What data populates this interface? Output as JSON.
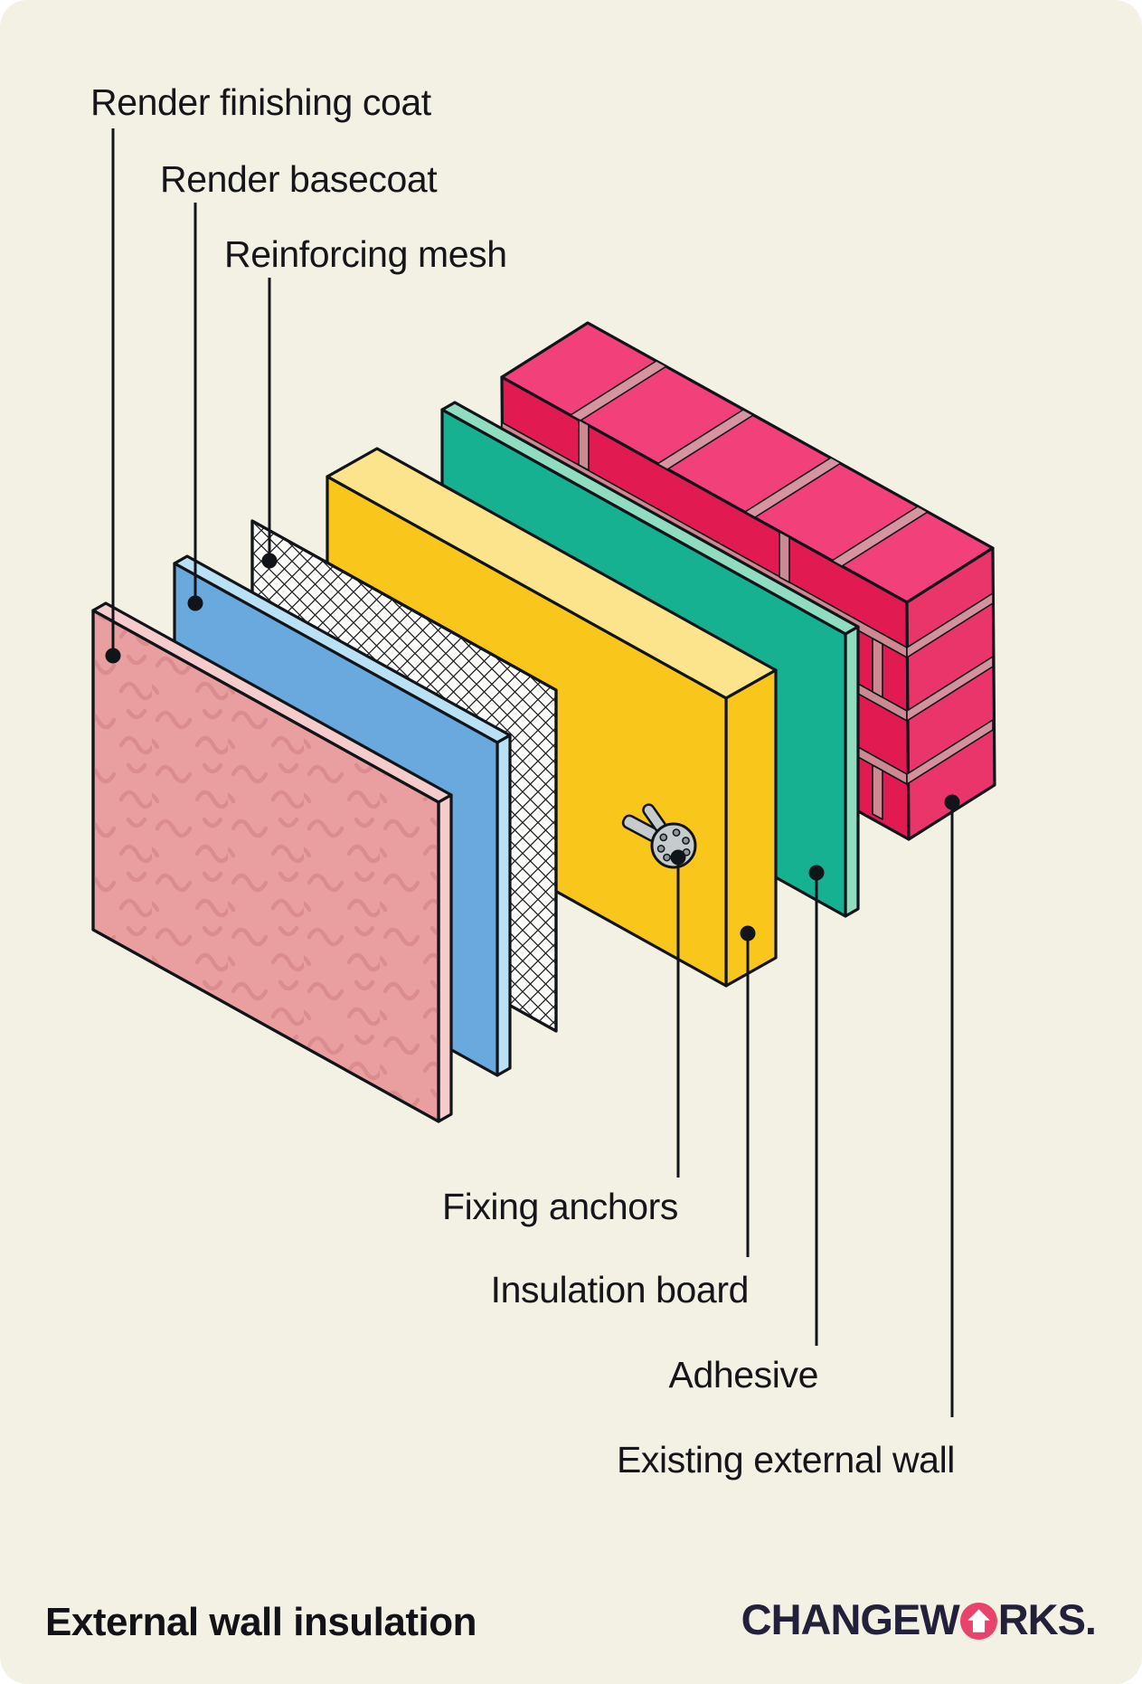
{
  "canvas": {
    "background": "#F2F1E3",
    "outer_background": "#FFFFFF",
    "ink": "#111418"
  },
  "footer": {
    "title": "External wall insulation"
  },
  "logo": {
    "part_before_o": "CHANGEW",
    "part_after_o": "RKS.",
    "text_color": "#232039",
    "o_color": "#E8436B",
    "o_icon": "house-up-arrow-icon"
  },
  "diagram": {
    "top_labels": [
      {
        "id": "render-finishing-coat",
        "text": "Render finishing coat"
      },
      {
        "id": "render-basecoat",
        "text": "Render basecoat"
      },
      {
        "id": "reinforcing-mesh",
        "text": "Reinforcing mesh"
      }
    ],
    "bottom_labels": [
      {
        "id": "fixing-anchors",
        "text": "Fixing anchors"
      },
      {
        "id": "insulation-board",
        "text": "Insulation board"
      },
      {
        "id": "adhesive",
        "text": "Adhesive"
      },
      {
        "id": "existing-external-wall",
        "text": "Existing external wall"
      }
    ],
    "layers": [
      {
        "name": "Render finishing coat",
        "color": "#E99FA0",
        "texture": "squiggles"
      },
      {
        "name": "Render basecoat",
        "color": "#69A9DD"
      },
      {
        "name": "Reinforcing mesh",
        "color": "#FDFDFB",
        "texture": "crosshatch"
      },
      {
        "name": "Fixing anchors",
        "color": "#C6CBCE"
      },
      {
        "name": "Insulation board",
        "color": "#F9C71C"
      },
      {
        "name": "Adhesive",
        "color": "#16B190"
      },
      {
        "name": "Existing external wall",
        "color": "#E21A52",
        "mortar": "#CB8A91"
      }
    ]
  }
}
